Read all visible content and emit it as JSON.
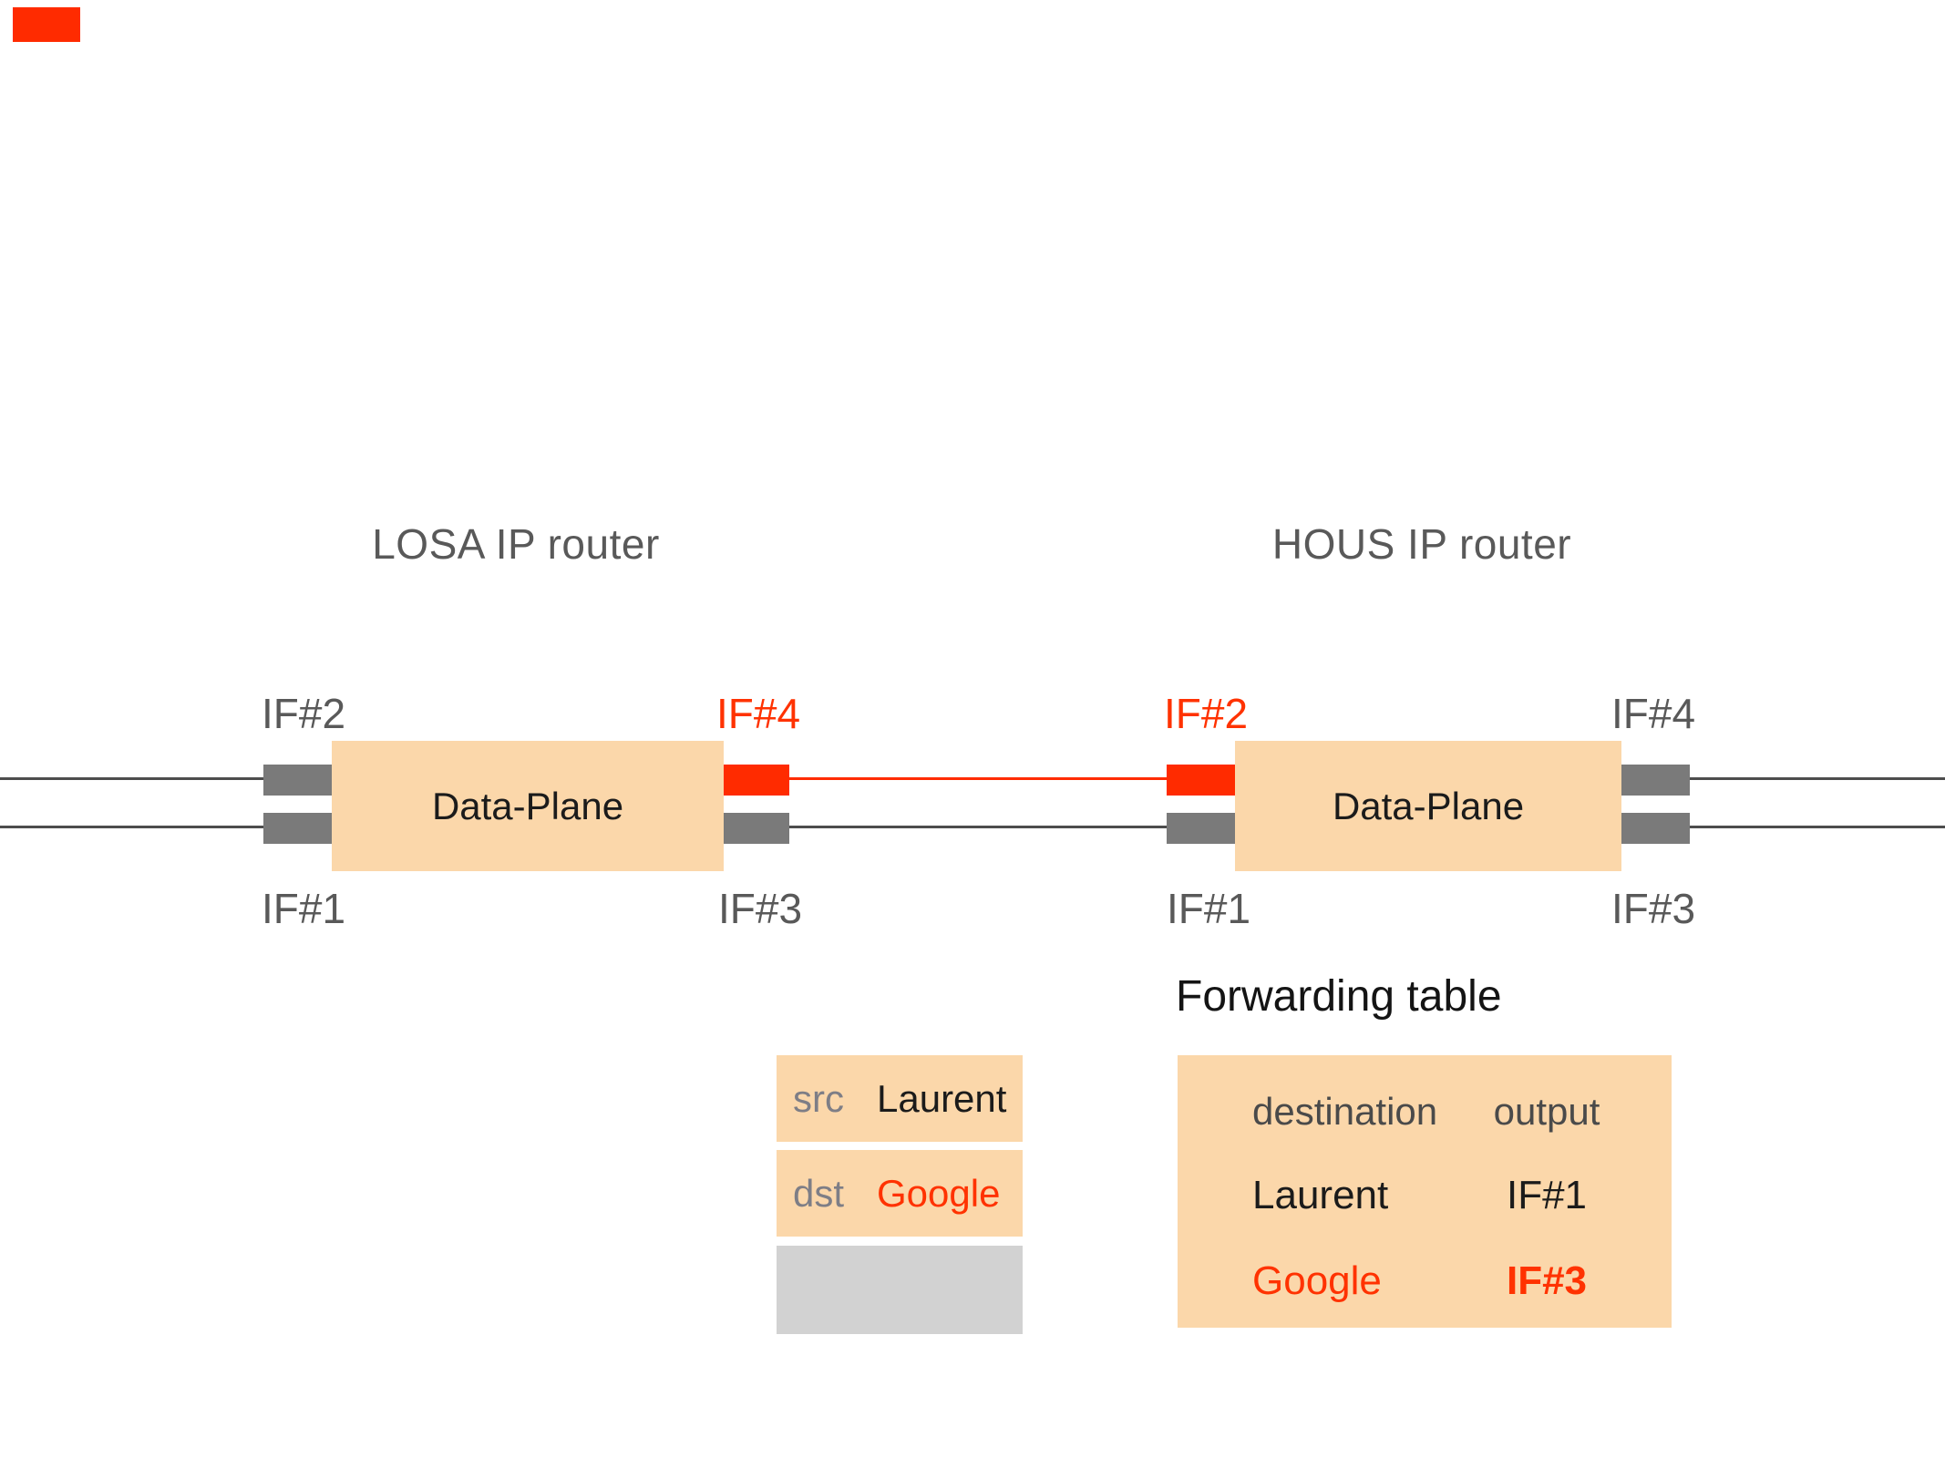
{
  "slide": {
    "colors": {
      "accent_red": "#FF2B00",
      "red_text": "#FF3200",
      "peach": "#FBD7AA",
      "connector_gray": "#7A7A7A",
      "line_gray": "#4D4D4D",
      "label_gray": "#595959",
      "muted_gray": "#7E7E86",
      "header_gray": "#4A4A4A",
      "light_gray": "#D2D2D2",
      "ink": "#1B1B1B"
    }
  },
  "routers": {
    "losa": {
      "title": "LOSA IP router",
      "plane_label": "Data-Plane",
      "if1": "IF#1",
      "if2": "IF#2",
      "if3": "IF#3",
      "if4": "IF#4"
    },
    "hous": {
      "title": "HOUS IP router",
      "plane_label": "Data-Plane",
      "if1": "IF#1",
      "if2": "IF#2",
      "if3": "IF#3",
      "if4": "IF#4"
    }
  },
  "packet": {
    "src_label": "src",
    "src_value": "Laurent",
    "dst_label": "dst",
    "dst_value": "Google"
  },
  "forwarding_table": {
    "title": "Forwarding table",
    "col_destination": "destination",
    "col_output": "output",
    "rows": [
      {
        "destination": "Laurent",
        "output": "IF#1",
        "highlight": false
      },
      {
        "destination": "Google",
        "output": "IF#3",
        "highlight": true
      }
    ]
  }
}
